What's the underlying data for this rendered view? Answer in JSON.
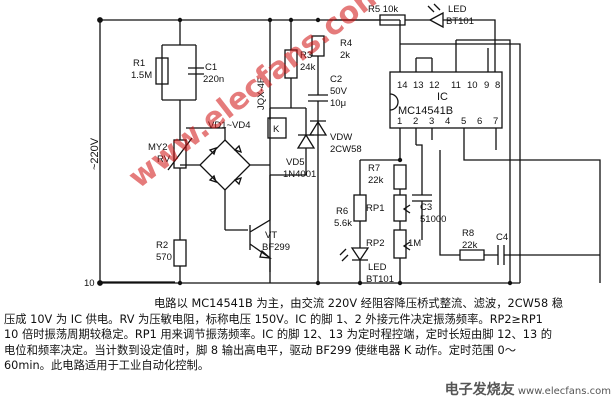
{
  "labels": {
    "r1": "R1",
    "r1_val": "1.5M",
    "c1": "C1",
    "c1_val": "220n",
    "v220": "~220V",
    "my2": "MY2",
    "rv": "RV",
    "vd_range": "VD1~VD4",
    "r2": "R2",
    "r2_val": "570",
    "t10": "10",
    "r5": "R5 10k",
    "led_top": "LED",
    "led_top_model": "BT101",
    "r3": "R3",
    "r3_val": "24k",
    "r4": "R4",
    "r4_val": "2k",
    "c2": "C2",
    "c2_v": "50V",
    "c2_val": "10μ",
    "relay": "JQX-4F",
    "relay_k": "K",
    "vd5": "VD5",
    "vd5_model": "1N4001",
    "vdw": "VDW",
    "vdw_model": "2CW58",
    "vt": "VT",
    "vt_model": "BF299",
    "ic": "IC",
    "ic_model": "MC14541B",
    "pins_top": [
      "14",
      "13",
      "12",
      "11",
      "10",
      "9",
      "8"
    ],
    "pins_bot": [
      "1",
      "2",
      "3",
      "4",
      "5",
      "6",
      "7"
    ],
    "r7": "R7",
    "r7_val": "22k",
    "rp1": "RP1",
    "c3": "C3",
    "c3_val": "51000",
    "r6": "R6",
    "r6_val": "5.6k",
    "rp2": "RP2",
    "rp2_val": "1M",
    "r8": "R8",
    "r8_val": "22k",
    "c4": "C4",
    "led_bot": "LED",
    "led_bot_model": "BT101"
  },
  "description": [
    "电路以 MC14541B 为主，由交流 220V 经阻容降压桥式整流、滤波，2CW58 稳",
    "压成 10V 为 IC 供电。RV 为压敏电阻，标称电压 150V。IC 的脚 1、2 外接元件决定振荡频率。RP2≥RP1",
    "10 倍时振荡周期较稳定。RP1 用来调节振荡频率。IC 的脚 12、13 为定时程控端，定时长短由脚 12、13 的",
    "电位和频率决定。当计数到设定值时，脚 8 输出高电平，驱动 BF299 使继电器 K 动作。定时范围 0～",
    "60min。此电路适用于工业自动化控制。"
  ],
  "watermark": "www.elecfans.com",
  "logo": {
    "main": "电子发烧友",
    "sub": "www.elecfans.com"
  }
}
